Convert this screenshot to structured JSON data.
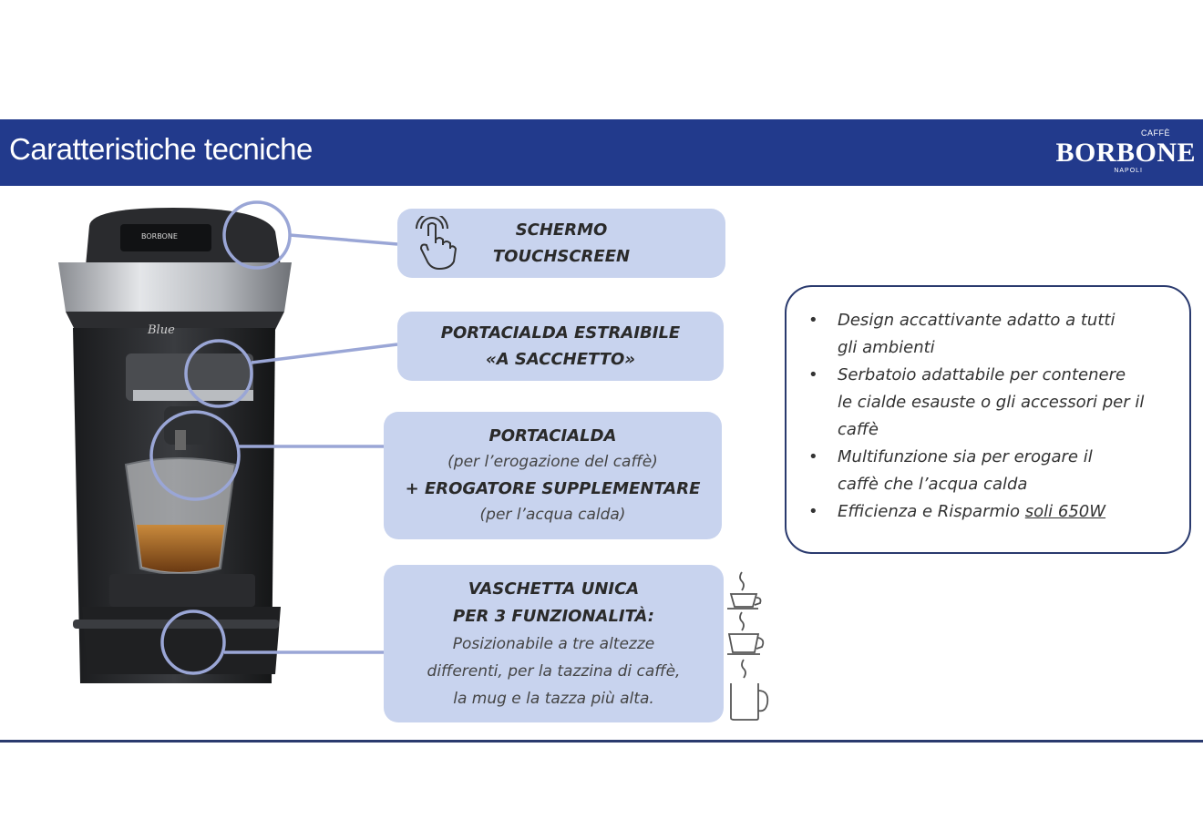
{
  "header": {
    "title": "Caratteristiche tecniche"
  },
  "logo": {
    "caffe": "CAFFÈ",
    "brand": "BORBONE",
    "city": "NAPOLI"
  },
  "machine": {
    "brand_label": "BORBONE",
    "model_script": "Blue"
  },
  "labels": {
    "screen": {
      "line1": "SCHERMO",
      "line2": "TOUCHSCREEN"
    },
    "removable": {
      "line1": "PORTACIALDA ESTRAIBILE",
      "line2": "«A SACCHETTO»"
    },
    "holder": {
      "line1": "PORTACIALDA",
      "line2": "(per l’erogazione del caffè)",
      "line3": "+ EROGATORE SUPPLEMENTARE",
      "line4": "(per l’acqua calda)"
    },
    "tray": {
      "line1": "VASCHETTA UNICA",
      "line2": "PER 3 FUNZIONALITÀ:",
      "line3": "Posizionabile a tre altezze",
      "line4": "differenti, per la tazzina di caffè,",
      "line5": "la mug e la tazza più alta."
    }
  },
  "features": {
    "item1_a": "Design accattivante adatto a tutti",
    "item1_b": "gli ambienti",
    "item2_a": "Serbatoio adattabile per contenere",
    "item2_b": "le cialde esauste o gli accessori per il",
    "item2_c": "caffè",
    "item3_a": "Multifunzione sia per erogare il",
    "item3_b": "caffè che l’acqua calda",
    "item4_a": "Efficienza e Risparmio ",
    "item4_b": "soli 650W"
  },
  "colors": {
    "header": "#223a8c",
    "label_bg": "#c8d3ee",
    "callout": "#9aa6d6",
    "panel_border": "#2a3a6e"
  },
  "icons": [
    "touch-hand-icon",
    "espresso-cup-icon",
    "cup-icon",
    "mug-icon"
  ]
}
